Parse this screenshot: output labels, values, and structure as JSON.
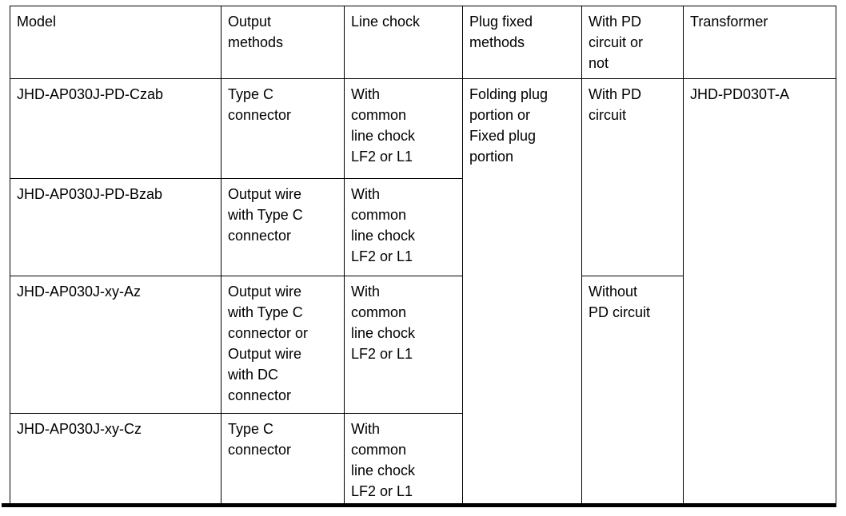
{
  "table": {
    "columns": [
      {
        "key": "model",
        "label": "Model"
      },
      {
        "key": "output_methods",
        "label": "Output\nmethods"
      },
      {
        "key": "line_chock",
        "label": "Line chock"
      },
      {
        "key": "plug_fixed_methods",
        "label": "Plug fixed\nmethods"
      },
      {
        "key": "pd_circuit",
        "label": "With PD\ncircuit or\nnot"
      },
      {
        "key": "transformer",
        "label": "Transformer"
      }
    ],
    "rows": [
      {
        "model": "JHD-AP030J-PD-Czab",
        "output_methods": "Type C\nconnector",
        "line_chock": "With\ncommon\nline chock\nLF2 or L1"
      },
      {
        "model": "JHD-AP030J-PD-Bzab",
        "output_methods": "Output wire\nwith Type C\nconnector",
        "line_chock": "With\ncommon\nline chock\nLF2 or L1"
      },
      {
        "model": "JHD-AP030J-xy-Az",
        "output_methods": "Output wire\nwith Type C\nconnector or\nOutput wire\nwith DC\nconnector",
        "line_chock": "With\ncommon\nline chock\nLF2 or L1"
      },
      {
        "model": "JHD-AP030J-xy-Cz",
        "output_methods": "Type C\nconnector",
        "line_chock": "With\ncommon\nline chock\nLF2 or L1"
      }
    ],
    "merged": {
      "plug_fixed_methods": "Folding plug\nportion or\nFixed plug\nportion",
      "pd_with": "With PD\ncircuit",
      "pd_without": "Without\nPD circuit",
      "transformer": "JHD-PD030T-A"
    }
  },
  "colors": {
    "border": "#000000",
    "text": "#000000",
    "background": "#ffffff",
    "bottom_rule": "#000000"
  }
}
